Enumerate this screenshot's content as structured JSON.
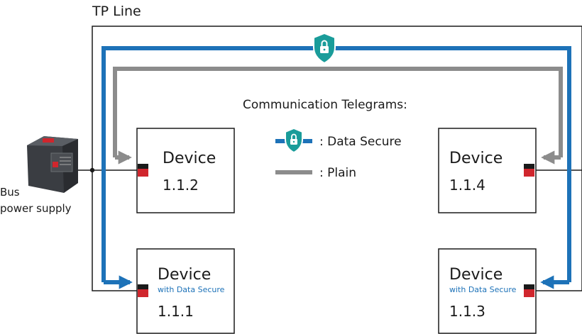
{
  "title": "TP Line",
  "legend": {
    "heading": "Communication Telegrams:",
    "secure_label": ": Data Secure",
    "plain_label": ": Plain"
  },
  "bus_power_supply": {
    "line1": "Bus",
    "line2": "power supply"
  },
  "devices": [
    {
      "id": "d112",
      "name": "Device",
      "address": "1.1.2",
      "secure_text": ""
    },
    {
      "id": "d114",
      "name": "Device",
      "address": "1.1.4",
      "secure_text": ""
    },
    {
      "id": "d111",
      "name": "Device",
      "address": "1.1.1",
      "secure_text": "with Data Secure"
    },
    {
      "id": "d113",
      "name": "Device",
      "address": "1.1.3",
      "secure_text": "with Data Secure"
    }
  ],
  "colors": {
    "secure_line": "#1d72b8",
    "plain_line": "#8c8c8c",
    "shield": "#1a9c9a",
    "bus_line": "#1a1a1a",
    "connector": "#d0262d"
  },
  "icons": [
    "shield-lock-icon",
    "power-supply-icon",
    "bus-connector-icon",
    "arrow-icon"
  ]
}
